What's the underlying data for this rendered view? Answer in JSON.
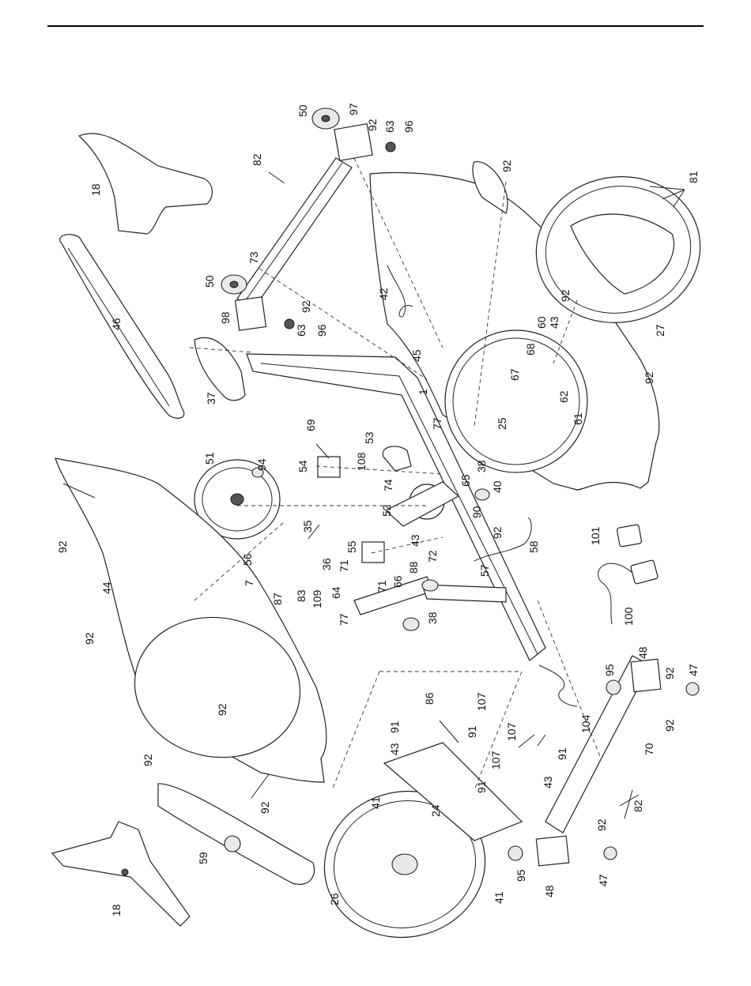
{
  "title": "",
  "labels": [
    {
      "id": "l18a",
      "text": "18"
    },
    {
      "id": "l46",
      "text": "46"
    },
    {
      "id": "l37",
      "text": "37"
    },
    {
      "id": "l50a",
      "text": "50"
    },
    {
      "id": "l97",
      "text": "97"
    },
    {
      "id": "l92a",
      "text": "92"
    },
    {
      "id": "l63a",
      "text": "63"
    },
    {
      "id": "l96a",
      "text": "96"
    },
    {
      "id": "l82a",
      "text": "82"
    },
    {
      "id": "l73",
      "text": "73"
    },
    {
      "id": "l50b",
      "text": "50"
    },
    {
      "id": "l98",
      "text": "98"
    },
    {
      "id": "l92b",
      "text": "92"
    },
    {
      "id": "l63b",
      "text": "63"
    },
    {
      "id": "l96b",
      "text": "96"
    },
    {
      "id": "l92c",
      "text": "92"
    },
    {
      "id": "l81",
      "text": "81"
    },
    {
      "id": "l42",
      "text": "42"
    },
    {
      "id": "l45",
      "text": "45"
    },
    {
      "id": "l27",
      "text": "27"
    },
    {
      "id": "l92d",
      "text": "92"
    },
    {
      "id": "l60",
      "text": "60"
    },
    {
      "id": "l43a",
      "text": "43"
    },
    {
      "id": "l68",
      "text": "68"
    },
    {
      "id": "l67",
      "text": "67"
    },
    {
      "id": "l62",
      "text": "62"
    },
    {
      "id": "l61",
      "text": "61"
    },
    {
      "id": "l25",
      "text": "25"
    },
    {
      "id": "l1",
      "text": "1"
    },
    {
      "id": "l92e",
      "text": "92"
    },
    {
      "id": "l69",
      "text": "69"
    },
    {
      "id": "l51",
      "text": "51"
    },
    {
      "id": "l94",
      "text": "94"
    },
    {
      "id": "l54",
      "text": "54"
    },
    {
      "id": "l108",
      "text": "108"
    },
    {
      "id": "l53",
      "text": "53"
    },
    {
      "id": "l77a",
      "text": "77"
    },
    {
      "id": "l65",
      "text": "65"
    },
    {
      "id": "l38a",
      "text": "38"
    },
    {
      "id": "l40",
      "text": "40"
    },
    {
      "id": "l74",
      "text": "74"
    },
    {
      "id": "l52",
      "text": "52"
    },
    {
      "id": "l90",
      "text": "90"
    },
    {
      "id": "l92f",
      "text": "92"
    },
    {
      "id": "l35",
      "text": "35"
    },
    {
      "id": "l56",
      "text": "56"
    },
    {
      "id": "l36",
      "text": "36"
    },
    {
      "id": "l55",
      "text": "55"
    },
    {
      "id": "l43b",
      "text": "43"
    },
    {
      "id": "l72",
      "text": "72"
    },
    {
      "id": "l58",
      "text": "58"
    },
    {
      "id": "l57",
      "text": "57"
    },
    {
      "id": "l101",
      "text": "101"
    },
    {
      "id": "l100",
      "text": "100"
    },
    {
      "id": "l7",
      "text": "7"
    },
    {
      "id": "l87",
      "text": "87"
    },
    {
      "id": "l83",
      "text": "83"
    },
    {
      "id": "l109",
      "text": "109"
    },
    {
      "id": "l71a",
      "text": "71"
    },
    {
      "id": "l71b",
      "text": "71"
    },
    {
      "id": "l66",
      "text": "66"
    },
    {
      "id": "l88",
      "text": "88"
    },
    {
      "id": "l64",
      "text": "64"
    },
    {
      "id": "l77b",
      "text": "77"
    },
    {
      "id": "l38b",
      "text": "38"
    },
    {
      "id": "l44",
      "text": "44"
    },
    {
      "id": "l92g",
      "text": "92"
    },
    {
      "id": "l92h",
      "text": "92"
    },
    {
      "id": "l92i",
      "text": "92"
    },
    {
      "id": "l92j",
      "text": "92"
    },
    {
      "id": "l92k",
      "text": "92"
    },
    {
      "id": "l59",
      "text": "59"
    },
    {
      "id": "l18b",
      "text": "18"
    },
    {
      "id": "l26",
      "text": "26"
    },
    {
      "id": "l41a",
      "text": "41"
    },
    {
      "id": "l41b",
      "text": "41"
    },
    {
      "id": "l24",
      "text": "24"
    },
    {
      "id": "l91a",
      "text": "91"
    },
    {
      "id": "l43c",
      "text": "43"
    },
    {
      "id": "l86",
      "text": "86"
    },
    {
      "id": "l107a",
      "text": "107"
    },
    {
      "id": "l91b",
      "text": "91"
    },
    {
      "id": "l107b",
      "text": "107"
    },
    {
      "id": "l107c",
      "text": "107"
    },
    {
      "id": "l91c",
      "text": "91"
    },
    {
      "id": "l91d",
      "text": "91"
    },
    {
      "id": "l43d",
      "text": "43"
    },
    {
      "id": "l104",
      "text": "104"
    },
    {
      "id": "l95a",
      "text": "95"
    },
    {
      "id": "l48a",
      "text": "48"
    },
    {
      "id": "l92l",
      "text": "92"
    },
    {
      "id": "l47a",
      "text": "47"
    },
    {
      "id": "l92m",
      "text": "92"
    },
    {
      "id": "l70",
      "text": "70"
    },
    {
      "id": "l82b",
      "text": "82"
    },
    {
      "id": "l92n",
      "text": "92"
    },
    {
      "id": "l95b",
      "text": "95"
    },
    {
      "id": "l47b",
      "text": "47"
    },
    {
      "id": "l48b",
      "text": "48"
    }
  ]
}
